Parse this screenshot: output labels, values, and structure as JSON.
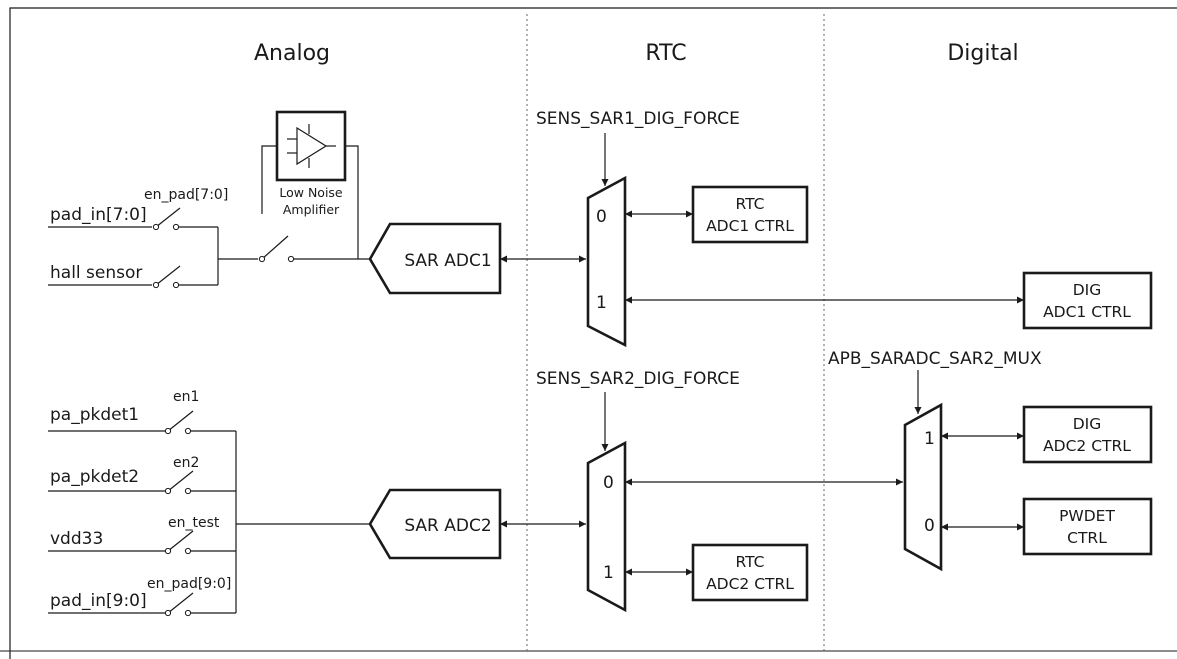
{
  "sections": {
    "analog": "Analog",
    "rtc": "RTC",
    "digital": "Digital"
  },
  "inputs": {
    "pad_in_7_0": "pad_in[7:0]",
    "hall_sensor": "hall sensor",
    "pa_pkdet1": "pa_pkdet1",
    "pa_pkdet2": "pa_pkdet2",
    "vdd33": "vdd33",
    "pad_in_9_0": "pad_in[9:0]"
  },
  "enables": {
    "en_pad_7_0": "en_pad[7:0]",
    "en1": "en1",
    "en2": "en2",
    "en_test": "en_test",
    "en_pad_9_0": "en_pad[9:0]"
  },
  "lna": {
    "line1": "Low Noise",
    "line2": "Amplifier"
  },
  "adcs": {
    "adc1": "SAR ADC1",
    "adc2": "SAR ADC2"
  },
  "force_signals": {
    "sar1": "SENS_SAR1_DIG_FORCE",
    "sar2": "SENS_SAR2_DIG_FORCE",
    "sar2_mux": "APB_SARADC_SAR2_MUX"
  },
  "mux_ports": {
    "zero": "0",
    "one": "1"
  },
  "controllers": {
    "rtc_adc1": {
      "line1": "RTC",
      "line2": "ADC1 CTRL"
    },
    "rtc_adc2": {
      "line1": "RTC",
      "line2": "ADC2 CTRL"
    },
    "dig_adc1": {
      "line1": "DIG",
      "line2": "ADC1 CTRL"
    },
    "dig_adc2": {
      "line1": "DIG",
      "line2": "ADC2 CTRL"
    },
    "pwdet": {
      "line1": "PWDET",
      "line2": "CTRL"
    }
  }
}
